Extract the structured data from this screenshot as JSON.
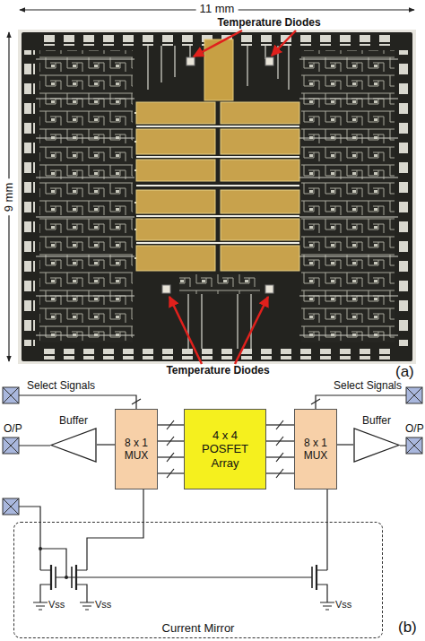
{
  "diagram": {
    "nodes": [
      {
        "text": [
          "Buffer"
        ]
      },
      {
        "text": [
          "8 x 1 MUX"
        ]
      },
      {
        "text": [
          "4 x 4 POSFET Array"
        ]
      },
      {
        "text": [
          "8 x 1 MUX"
        ]
      },
      {
        "text": [
          "Buffer"
        ]
      },
      {
        "text": [
          "Current Mirror"
        ]
      }
    ],
    "edges": [
      {
        "from": 1,
        "to": 0,
        "arrow": "none"
      },
      {
        "from": 1,
        "to": 2,
        "arrow": "none"
      },
      {
        "from": 1,
        "to": 2,
        "arrow": "none"
      },
      {
        "from": 1,
        "to": 2,
        "arrow": "none"
      },
      {
        "from": 1,
        "to": 2,
        "arrow": "none"
      },
      {
        "from": 2,
        "to": 3,
        "arrow": "none"
      },
      {
        "from": 2,
        "to": 3,
        "arrow": "none"
      },
      {
        "from": 2,
        "to": 3,
        "arrow": "none"
      },
      {
        "from": 2,
        "to": 3,
        "arrow": "none"
      },
      {
        "from": 3,
        "to": 4,
        "arrow": "none"
      },
      {
        "from": 1,
        "to": 5,
        "arrow": "none"
      },
      {
        "from": 3,
        "to": 5,
        "arrow": "none"
      }
    ],
    "labels": [
      "11 mm",
      "9 mm",
      "Temperature Diodes",
      "Temperature Diodes",
      "(a)",
      "Select Signals",
      "Select Signals",
      "O/P",
      "O/P",
      "Vss",
      "Vss",
      "Vss",
      "(b)"
    ]
  }
}
